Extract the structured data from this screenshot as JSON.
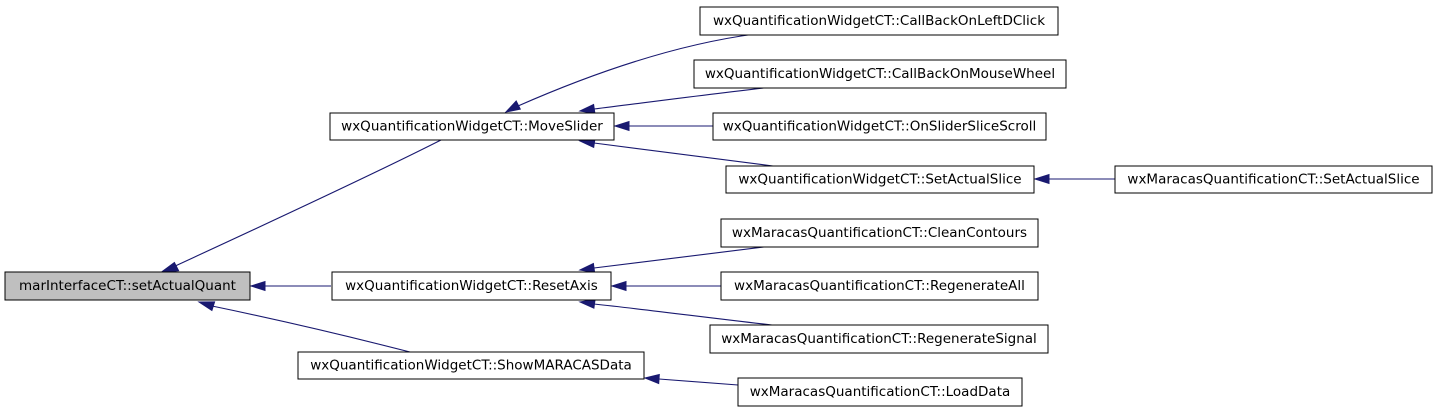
{
  "graph": {
    "nodes": {
      "root": "marInterfaceCT::setActualQuant",
      "move_slider": "wxQuantificationWidgetCT::MoveSlider",
      "reset_axis": "wxQuantificationWidgetCT::ResetAxis",
      "show_maracas_data": "wxQuantificationWidgetCT::ShowMARACASData",
      "callback_left_dclick": "wxQuantificationWidgetCT::CallBackOnLeftDClick",
      "callback_mouse_wheel": "wxQuantificationWidgetCT::CallBackOnMouseWheel",
      "on_slider_slice_scroll": "wxQuantificationWidgetCT::OnSliderSliceScroll",
      "widget_set_actual_slice": "wxQuantificationWidgetCT::SetActualSlice",
      "maracas_set_actual_slice": "wxMaracasQuantificationCT::SetActualSlice",
      "clean_contours": "wxMaracasQuantificationCT::CleanContours",
      "regenerate_all": "wxMaracasQuantificationCT::RegenerateAll",
      "regenerate_signal": "wxMaracasQuantificationCT::RegenerateSignal",
      "load_data": "wxMaracasQuantificationCT::LoadData"
    },
    "edges": [
      {
        "caller": "move_slider",
        "callee": "root"
      },
      {
        "caller": "reset_axis",
        "callee": "root"
      },
      {
        "caller": "show_maracas_data",
        "callee": "root"
      },
      {
        "caller": "callback_left_dclick",
        "callee": "move_slider"
      },
      {
        "caller": "callback_mouse_wheel",
        "callee": "move_slider"
      },
      {
        "caller": "on_slider_slice_scroll",
        "callee": "move_slider"
      },
      {
        "caller": "widget_set_actual_slice",
        "callee": "move_slider"
      },
      {
        "caller": "maracas_set_actual_slice",
        "callee": "widget_set_actual_slice"
      },
      {
        "caller": "clean_contours",
        "callee": "reset_axis"
      },
      {
        "caller": "regenerate_all",
        "callee": "reset_axis"
      },
      {
        "caller": "regenerate_signal",
        "callee": "reset_axis"
      },
      {
        "caller": "load_data",
        "callee": "show_maracas_data"
      }
    ],
    "colors": {
      "edge": "#191970",
      "root_fill": "#bfbfbf",
      "node_fill": "#ffffff",
      "node_border": "#000000"
    }
  }
}
